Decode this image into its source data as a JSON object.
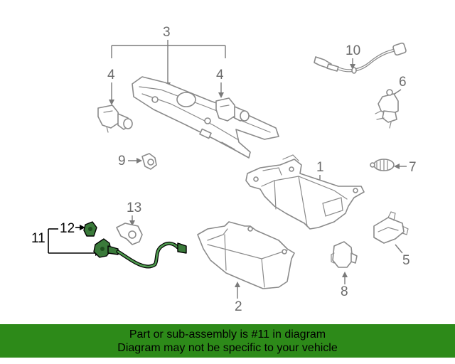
{
  "callouts": {
    "c1": "1",
    "c2": "2",
    "c3": "3",
    "c4a": "4",
    "c4b": "4",
    "c5": "5",
    "c6": "6",
    "c7": "7",
    "c8": "8",
    "c9": "9",
    "c10": "10",
    "c11": "11",
    "c12": "12",
    "c13": "13"
  },
  "banner": {
    "line1": "Part or sub-assembly is #11 in diagram",
    "line2": "Diagram may not be specific to your vehicle",
    "color": "#2d8a19"
  },
  "highlight": {
    "part_number": "11",
    "color": "#3a7a3a"
  }
}
